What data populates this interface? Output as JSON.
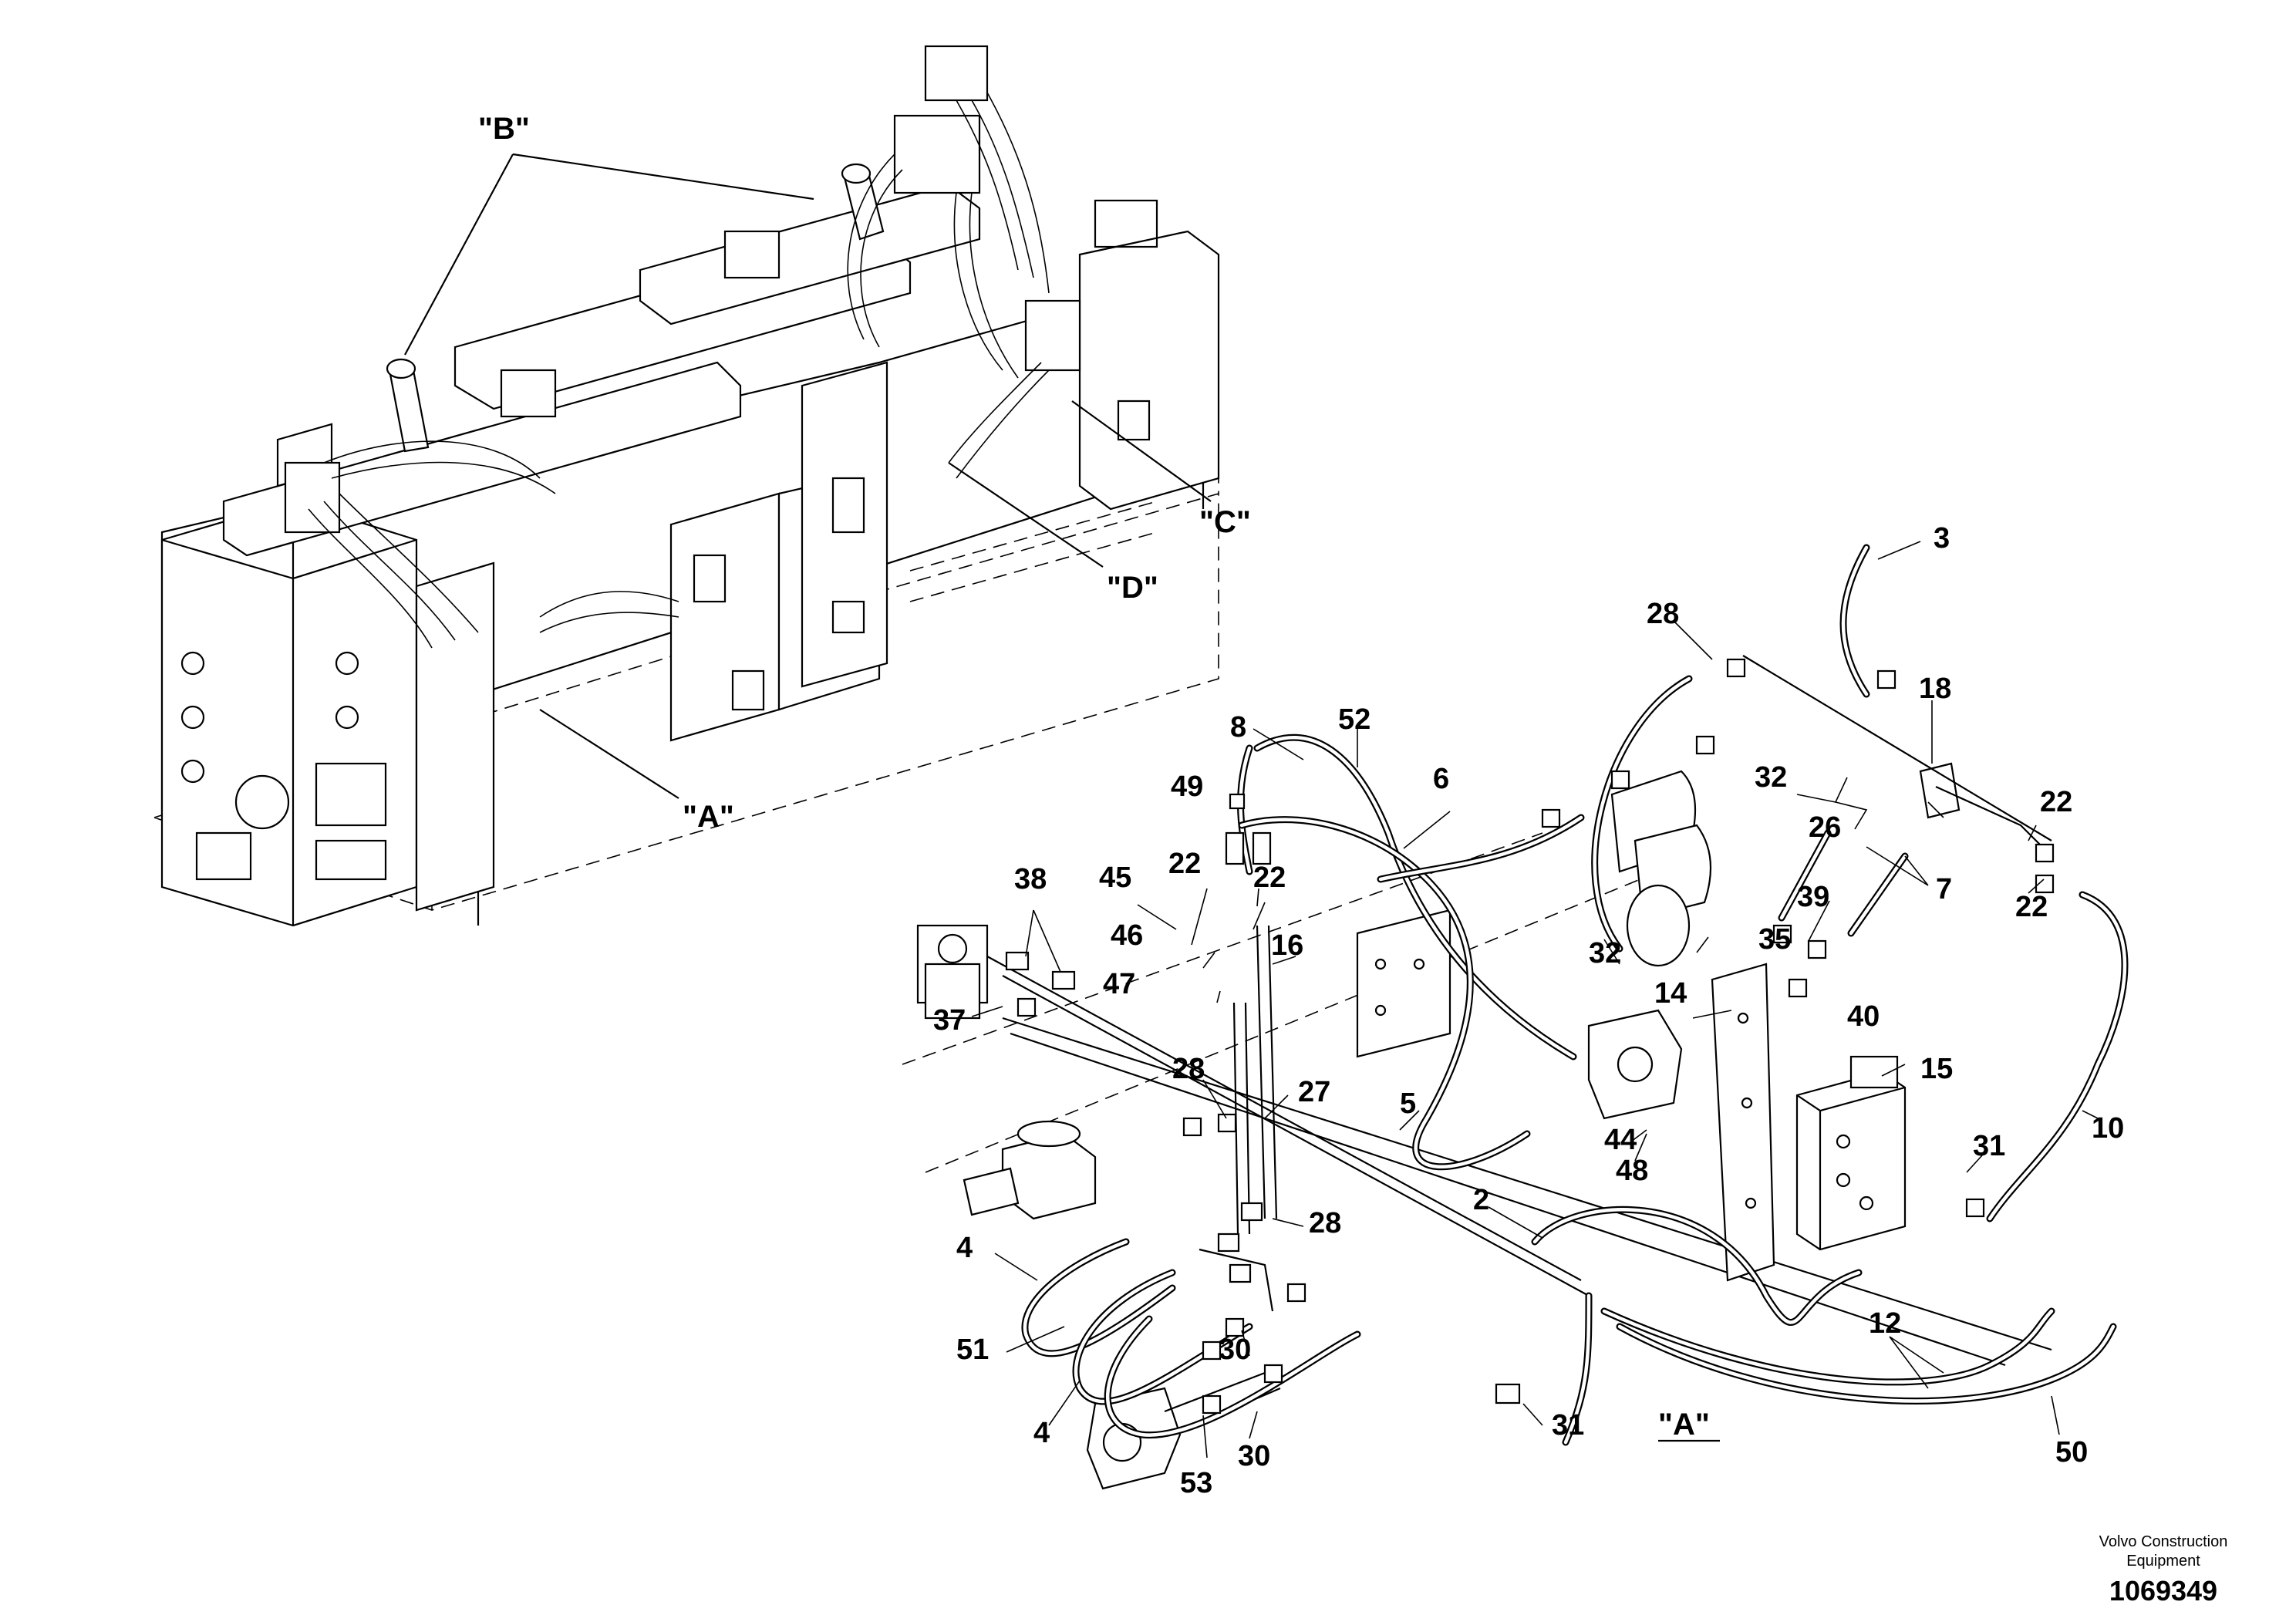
{
  "view_labels": [
    "\"B\"",
    "\"C\"",
    "\"D\"",
    "\"A\""
  ],
  "detail_label": "\"A\"",
  "callouts": [
    "3",
    "28",
    "18",
    "8",
    "52",
    "32",
    "26",
    "22",
    "22",
    "6",
    "49",
    "22",
    "22",
    "45",
    "38",
    "7",
    "39",
    "16",
    "46",
    "32",
    "35",
    "14",
    "40",
    "47",
    "37",
    "15",
    "28",
    "27",
    "5",
    "44",
    "48",
    "31",
    "10",
    "2",
    "28",
    "4",
    "51",
    "12",
    "4",
    "30",
    "31",
    "50",
    "30",
    "53"
  ],
  "footer": {
    "company_line1": "Volvo Construction",
    "company_line2": "Equipment",
    "doc_number": "1069349"
  }
}
